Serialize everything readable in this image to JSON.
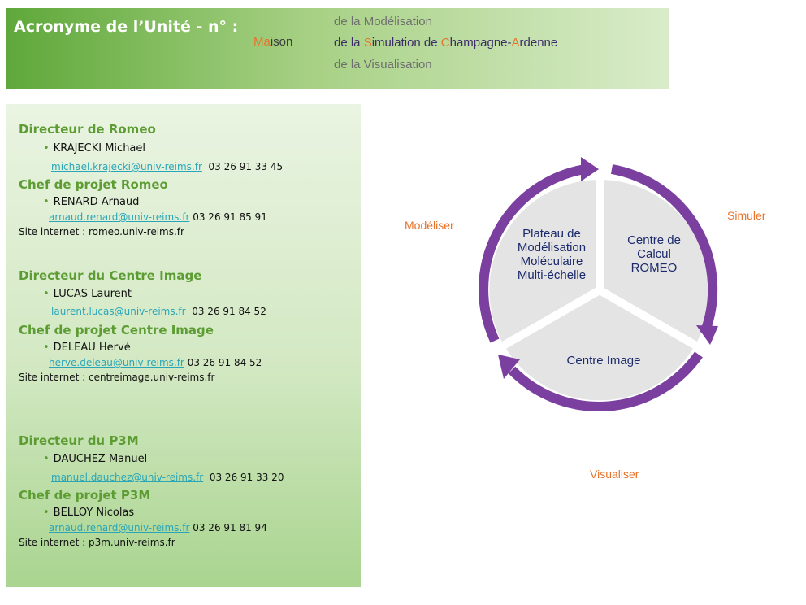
{
  "header": {
    "title": "Acronyme de l’Unité - n° :",
    "maison_prefix": "Ma",
    "maison_rest": "ison",
    "line1": "de la Modélisation",
    "line2_a": "de la ",
    "line2_S": "S",
    "line2_b": "imulation de ",
    "line2_C": "C",
    "line2_c": "hampagne-",
    "line2_A": "A",
    "line2_d": "rdenne",
    "line3": "de la Visualisation"
  },
  "contacts": {
    "romeo": {
      "director_heading": "Directeur de Romeo",
      "director_name": "KRAJECKI Michael",
      "director_email": "michael.krajecki@univ-reims.fr",
      "director_phone": "03 26 91 33 45",
      "lead_heading": "Chef de projet Romeo",
      "lead_name": "RENARD Arnaud",
      "lead_email": "arnaud.renard@univ-reims.fr",
      "lead_phone": "03 26 91 85 91",
      "site": "Site internet : romeo.univ-reims.fr"
    },
    "centre_image": {
      "director_heading": "Directeur du Centre Image",
      "director_name": "LUCAS Laurent",
      "director_email": "laurent.lucas@univ-reims.fr",
      "director_phone": "03 26 91 84 52",
      "lead_heading": "Chef de projet Centre Image",
      "lead_name": "DELEAU Hervé",
      "lead_email": "herve.deleau@univ-reims.fr",
      "lead_phone": "03 26 91 84 52",
      "site": "Site internet : centreimage.univ-reims.fr"
    },
    "p3m": {
      "director_heading": "Directeur du P3M",
      "director_name": "DAUCHEZ Manuel",
      "director_email": "manuel.dauchez@univ-reims.fr",
      "director_phone": "03 26 91 33 20",
      "lead_heading": "Chef de projet P3M",
      "lead_name": "BELLOY Nicolas",
      "lead_email": "arnaud.renard@univ-reims.fr",
      "lead_phone": "03 26 91 81 94",
      "site": "Site internet : p3m.univ-reims.fr"
    }
  },
  "cycle": {
    "phases": {
      "modeliser": "Modéliser",
      "simuler": "Simuler",
      "visualiser": "Visualiser"
    },
    "segments": {
      "plateau": [
        "Plateau de",
        "Modélisation",
        "Moléculaire",
        "Multi-échelle"
      ],
      "romeo": [
        "Centre de",
        "Calcul",
        "ROMEO"
      ],
      "image": [
        "Centre Image"
      ]
    },
    "colors": {
      "arrow": "#7b3fa0",
      "segment": "#e4e4e4",
      "segment_text": "#1b2a6b",
      "phase_text": "#e8732a"
    }
  },
  "colors": {
    "green_heading": "#5c9c32",
    "link": "#2aa6b8",
    "accent_orange": "#e8732a"
  }
}
